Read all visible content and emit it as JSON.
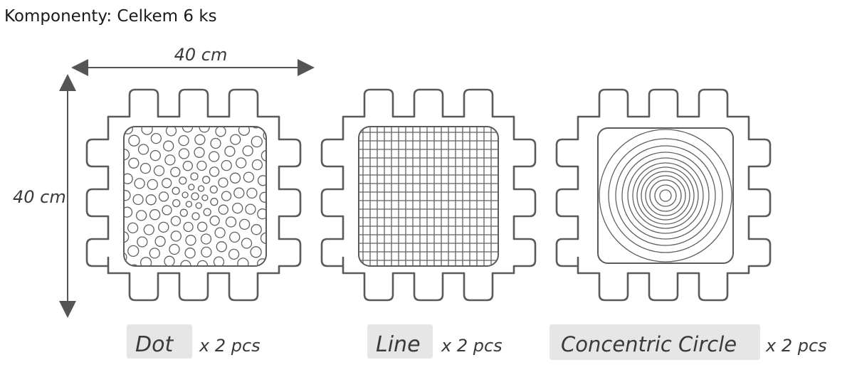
{
  "heading": "Komponenty: Celkem 6 ks",
  "dimensions": {
    "width": "40 cm",
    "height": "40 cm"
  },
  "tiles": [
    {
      "name": "Dot",
      "quantity": "x 2 pcs",
      "pattern": "dots"
    },
    {
      "name": "Line",
      "quantity": "x 2 pcs",
      "pattern": "grid-lines"
    },
    {
      "name": "Concentric Circle",
      "quantity": "x 2 pcs",
      "pattern": "concentric-circles"
    }
  ],
  "colors": {
    "stroke": "#5a5a5a",
    "label_background": "#e6e6e6",
    "text": "#3a3a3a"
  }
}
